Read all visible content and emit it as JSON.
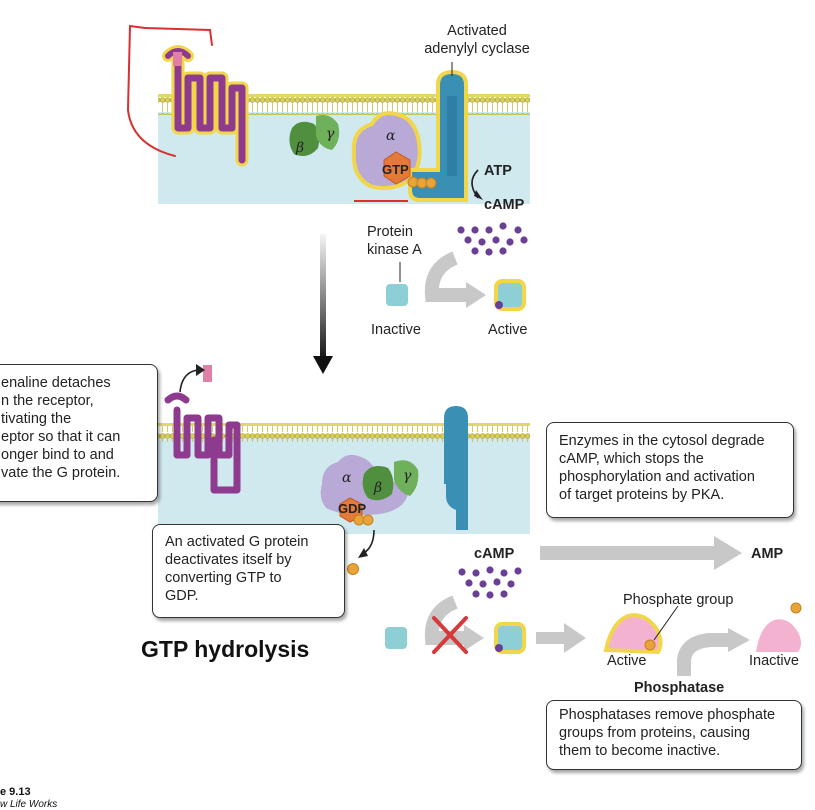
{
  "labels": {
    "activated_adenylyl_cyclase": "Activated\nadenylyl cyclase",
    "atp": "ATP",
    "camp_top": "cAMP",
    "protein_kinase_a": "Protein\nkinase A",
    "inactive_top": "Inactive",
    "active_top": "Active",
    "gtp": "GTP",
    "gdp": "GDP",
    "alpha": "α",
    "beta": "β",
    "gamma": "γ",
    "camp_bottom": "cAMP",
    "amp": "AMP",
    "phosphate_group": "Phosphate group",
    "active_bottom": "Active",
    "inactive_bottom": "Inactive",
    "phosphatase": "Phosphatase",
    "gtp_hydrolysis": "GTP hydrolysis",
    "figure_number": "e 9.13",
    "figure_source": "w Life Works"
  },
  "callouts": {
    "adrenaline": "enaline detaches\nn the receptor,\ntivating the\neptor so that it can\nonger bind to and\nvate the G protein.",
    "g_protein": "An activated G protein\ndeactivates itself by\nconverting GTP to\nGDP.",
    "enzymes": "Enzymes in the cytosol degrade\ncAMP, which stops the\nphosphorylation and activation\nof target proteins by PKA.",
    "phosphatases": "Phosphatases remove phosphate\ngroups from proteins, causing\nthem to become inactive."
  },
  "colors": {
    "membrane_head": "#d8cf58",
    "membrane_bg": "#cfe9ee",
    "receptor": "#8e3a8e",
    "receptor_outline": "#f2d64a",
    "adenylyl_cyclase": "#3a8fb5",
    "g_alpha": "#b9a9d6",
    "g_beta_gamma": "#5e9e4a",
    "camp_dot": "#6a3f96",
    "phosphate": "#e8a33a",
    "kinase": "#8ecfd6",
    "target_protein": "#f2b2d0",
    "arrow_gray": "#c8c8c8",
    "red_x": "#d63a3a",
    "annotation_red": "#d93030"
  }
}
